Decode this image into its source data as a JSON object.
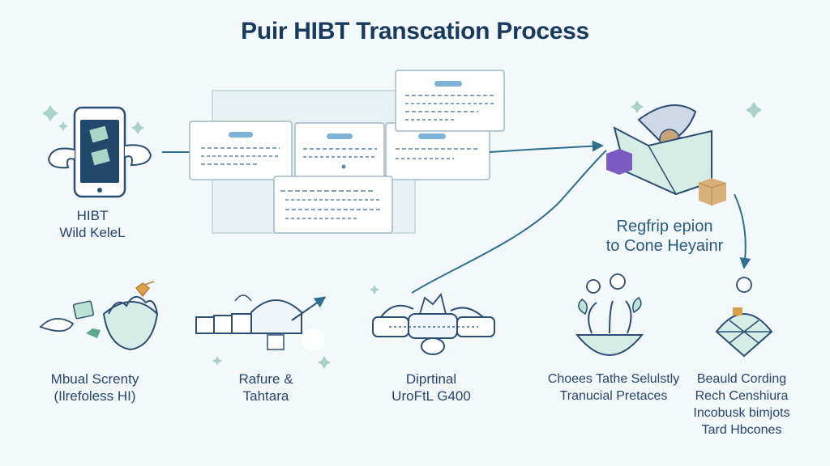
{
  "title": "Puir HIBT Transcation Process",
  "labels": {
    "wallet": [
      "HIBT",
      "Wild KeleL"
    ],
    "destination": [
      "Regfrip epion",
      "to Cone Heyainr"
    ],
    "mutual": [
      "Mbual Screnty",
      "(Ilrefoless HI)"
    ],
    "rafure": [
      "Rafure &",
      "Tahtara"
    ],
    "digital": [
      "Diprtinal",
      "UroFtL G400"
    ],
    "choose": [
      "Choees Tathe Selulstly",
      "Tranucial Pretaces"
    ],
    "beauld": [
      "Beauld Cording",
      "Rech Censhiura",
      "Incobusk bimjots",
      "Tard Hbcones"
    ]
  },
  "colors": {
    "ink": "#24466e",
    "mint": "#d6ede6",
    "accent": "#2d7a98",
    "purple": "#7c5bc2",
    "tan": "#d9b07a"
  },
  "icons": [
    "phone-icon",
    "cards-icon",
    "box-icon",
    "bowl-icon",
    "chart-icon",
    "network-icon",
    "coins-icon",
    "shield-icon"
  ]
}
